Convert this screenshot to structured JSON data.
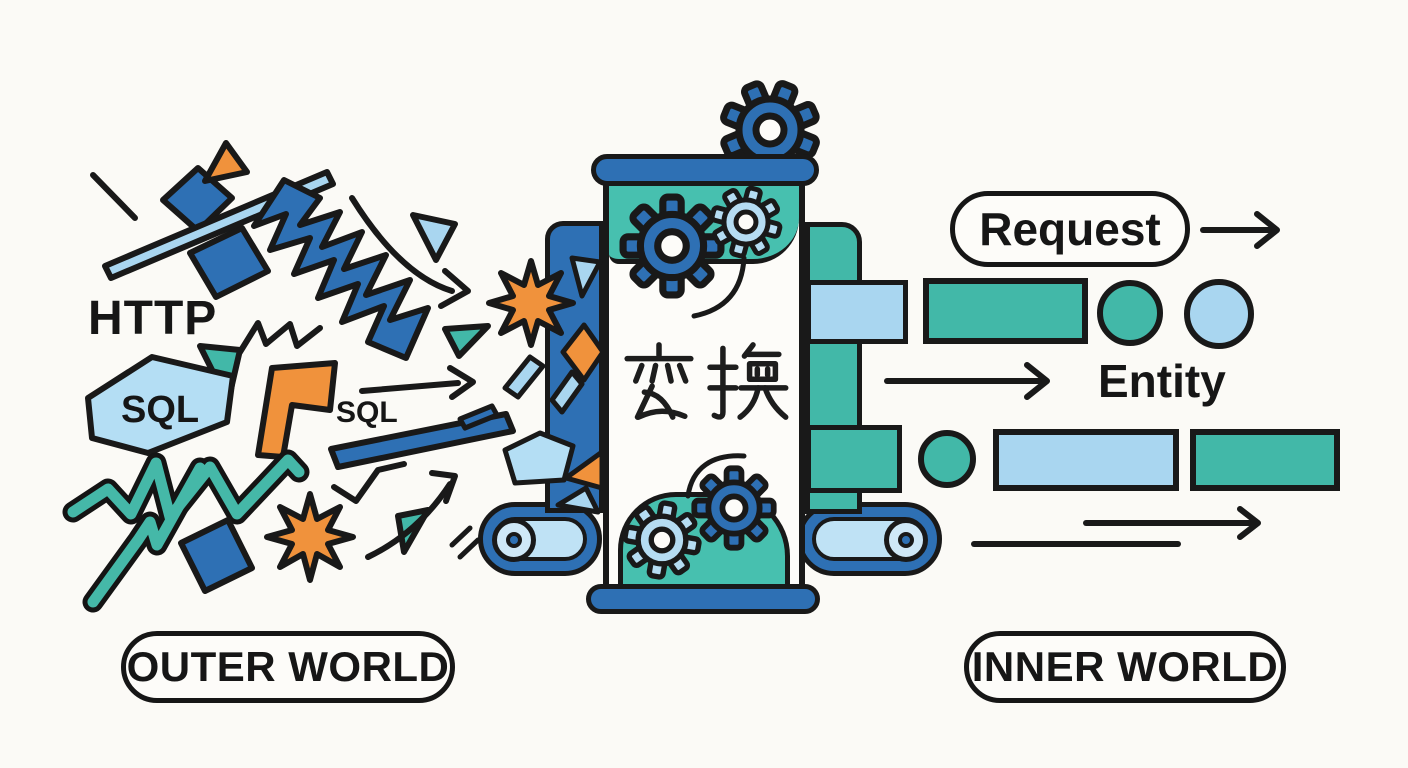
{
  "palette": {
    "blue": "#2e70b4",
    "light_blue": "#a9d6f0",
    "teal": "#42b8a8",
    "orange": "#f0923c",
    "ink": "#191919",
    "background": "#fbfaf6"
  },
  "outer_world": {
    "badge_label": "OUTER WORLD",
    "http_label": "HTTP",
    "sql_label_large": "SQL",
    "sql_label_small": "SQL"
  },
  "machine": {
    "kanji_label": "変換"
  },
  "inner_world": {
    "badge_label": "INNER WORLD",
    "request_label": "Request",
    "entity_label": "Entity"
  }
}
